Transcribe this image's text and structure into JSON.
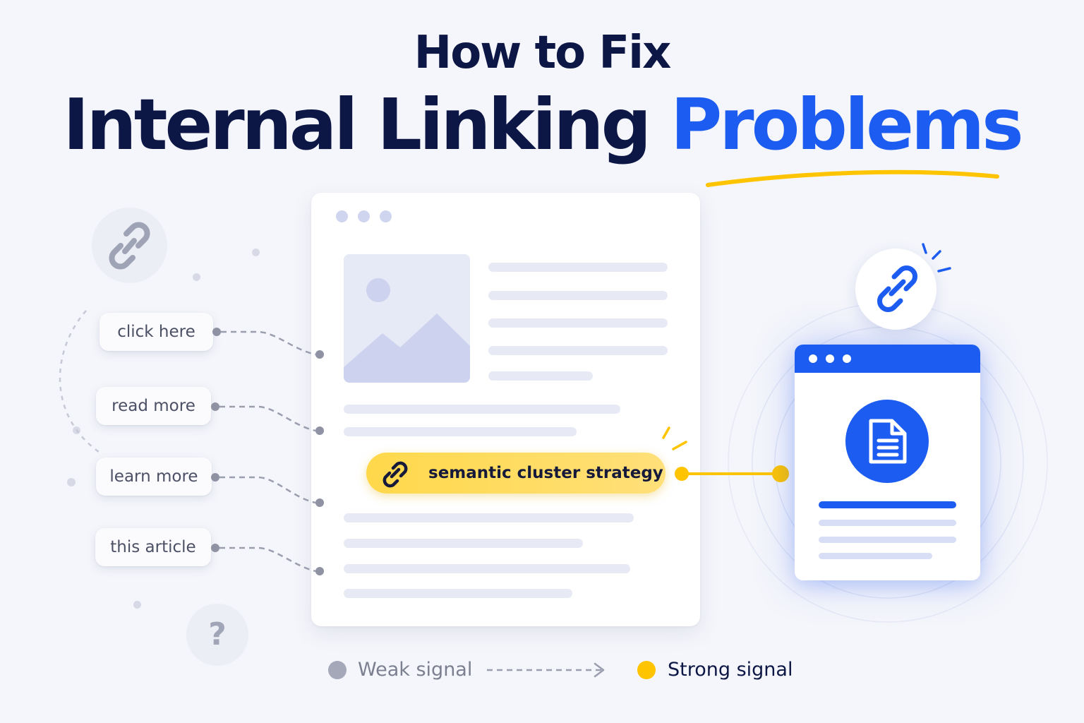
{
  "title": {
    "line1": "How to Fix",
    "line2_part1": "Internal Linking",
    "line2_accent": "Problems"
  },
  "weak_anchors": [
    {
      "label": "click here"
    },
    {
      "label": "read more"
    },
    {
      "label": "learn more"
    },
    {
      "label": "this article"
    }
  ],
  "strong_anchor": {
    "label": "semantic cluster strategy"
  },
  "legend": {
    "weak_label": "Weak signal",
    "strong_label": "Strong signal"
  },
  "help_icon": {
    "glyph": "?"
  },
  "colors": {
    "navy": "#0d1745",
    "accent_blue": "#1d5cf0",
    "strong_yellow": "#ffc400",
    "weak_gray": "#a4a8b8"
  },
  "icons": [
    "broken-link-icon",
    "link-icon",
    "document-icon",
    "question-icon",
    "image-icon",
    "arrow-right-icon"
  ]
}
